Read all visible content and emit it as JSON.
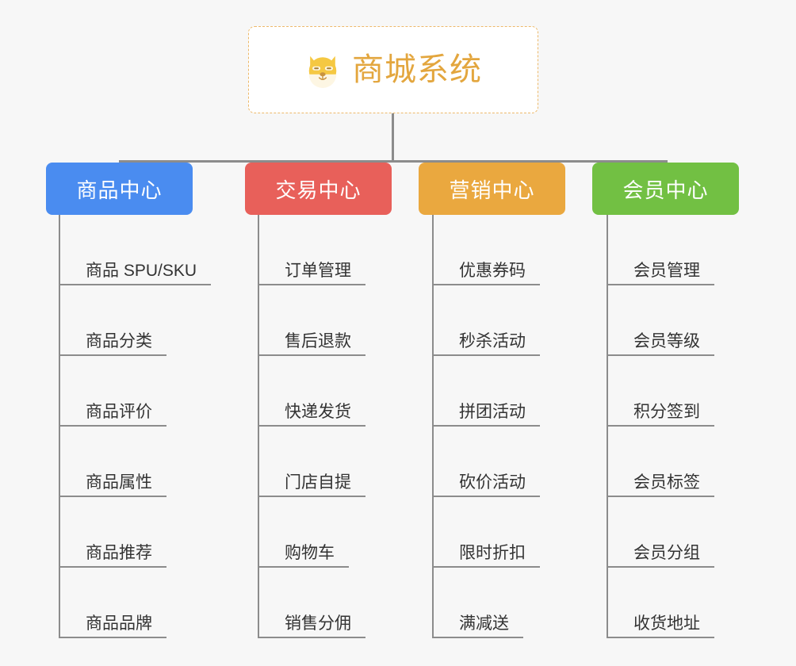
{
  "page": {
    "background_color": "#f7f7f7",
    "line_color": "#8c8c8c"
  },
  "root": {
    "title": "商城系统",
    "emoji_name": "shiba-dog-face-emoji",
    "text_color": "#e3a63e",
    "border_color": "#edb96a",
    "background_color": "#ffffff"
  },
  "categories": [
    {
      "label": "商品中心",
      "color": "#4a8cf0",
      "items": [
        "商品 SPU/SKU",
        "商品分类",
        "商品评价",
        "商品属性",
        "商品推荐",
        "商品品牌"
      ]
    },
    {
      "label": "交易中心",
      "color": "#e8605a",
      "items": [
        "订单管理",
        "售后退款",
        "快递发货",
        "门店自提",
        "购物车",
        "销售分佣"
      ]
    },
    {
      "label": "营销中心",
      "color": "#eaa83f",
      "items": [
        "优惠券码",
        "秒杀活动",
        "拼团活动",
        "砍价活动",
        "限时折扣",
        "满减送"
      ]
    },
    {
      "label": "会员中心",
      "color": "#72c043",
      "items": [
        "会员管理",
        "会员等级",
        "积分签到",
        "会员标签",
        "会员分组",
        "收货地址"
      ]
    }
  ]
}
